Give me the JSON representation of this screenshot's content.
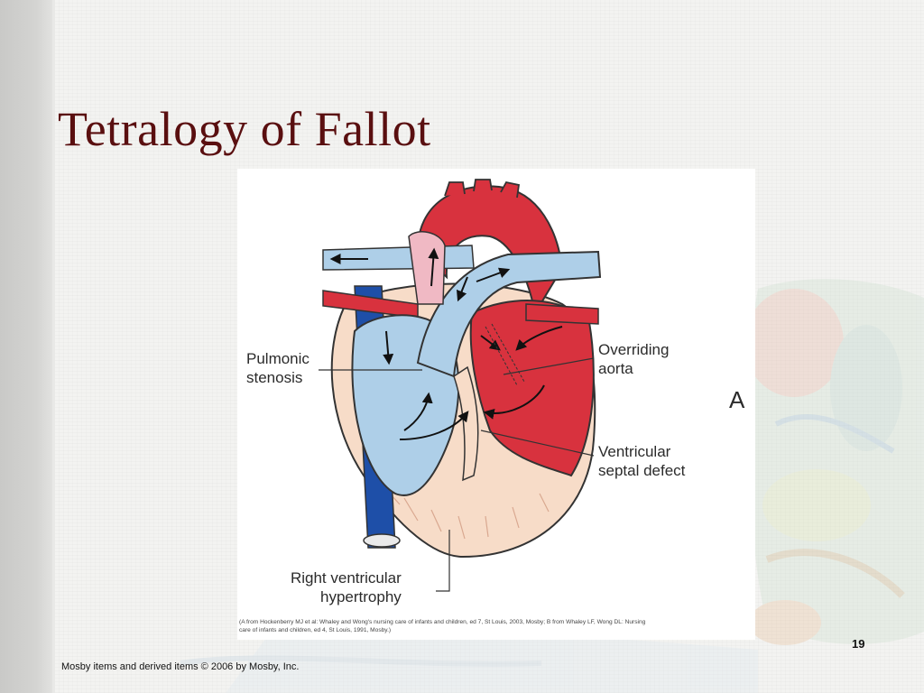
{
  "slide": {
    "title": "Tetralogy of Fallot",
    "number": "19",
    "footer": "Mosby items and derived items © 2006 by Mosby, Inc."
  },
  "diagram": {
    "labels": {
      "pulmonic_stenosis": [
        "Pulmonic",
        "stenosis"
      ],
      "overriding_aorta": [
        "Overriding",
        "aorta"
      ],
      "vsd": [
        "Ventricular",
        "septal defect"
      ],
      "rvh": [
        "Right ventricular",
        "hypertrophy"
      ],
      "panel_letter": "A"
    },
    "credit": [
      "(A from Hockenberry MJ et al: Whaley and Wong's nursing care of infants and children, ed 7, St Louis, 2003, Mosby; B from Whaley LF, Wong DL: Nursing",
      "care of infants and children, ed 4, St Louis, 1991, Mosby.)"
    ],
    "colors": {
      "oxygenated": "#d8323e",
      "deoxygenated": "#aecfe8",
      "vena_cava": "#1e4fa8",
      "muscle": "#f7dcc8",
      "title": "#5a0f10"
    }
  }
}
